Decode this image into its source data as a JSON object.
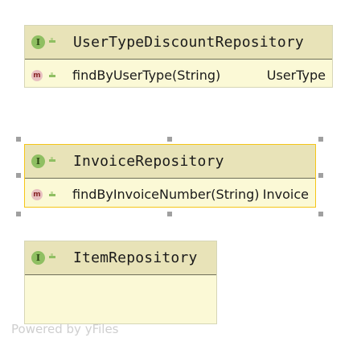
{
  "nodes": [
    {
      "title": "UserTypeDiscountRepository",
      "type_icon": "interface-icon",
      "type_icon_letter": "I",
      "visibility_icon": "public-icon",
      "members": [
        {
          "icon": "method-icon",
          "icon_letter": "m",
          "signature": "findByUserType(String)",
          "return_type": "UserType"
        }
      ]
    },
    {
      "title": "InvoiceRepository",
      "type_icon": "interface-icon",
      "type_icon_letter": "I",
      "visibility_icon": "public-icon",
      "selected": true,
      "members": [
        {
          "icon": "method-icon",
          "icon_letter": "m",
          "signature": "findByInvoiceNumber(String)",
          "return_type": "Invoice"
        }
      ]
    },
    {
      "title": "ItemRepository",
      "type_icon": "interface-icon",
      "type_icon_letter": "I",
      "visibility_icon": "public-icon",
      "members": []
    }
  ],
  "colors": {
    "header_bg": "#e8e3b8",
    "body_bg": "#fbf9d6",
    "interface_icon": "#8fbf62",
    "method_icon": "#e8c0c0",
    "selection_border": "#f5c518",
    "handle": "#a0a0a0"
  },
  "watermark": "Powered by yFiles"
}
